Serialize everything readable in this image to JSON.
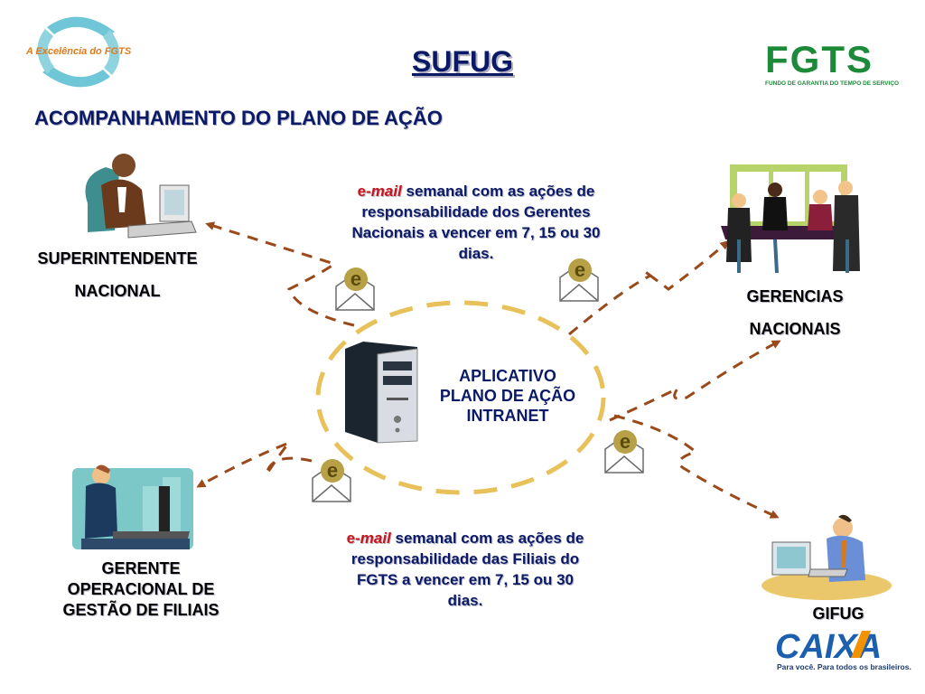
{
  "logos": {
    "excelencia": "A Excelência do FGTS",
    "fgts": "FGTS",
    "fgts_sub": "FUNDO DE GARANTIA DO TEMPO DE SERVIÇO",
    "caixa": "CAIXA",
    "caixa_slogan": "Para você. Para todos os brasileiros."
  },
  "title": "SUFUG",
  "subtitle": "ACOMPANHAMENTO DO PLANO DE AÇÃO",
  "center": {
    "line1": "APLICATIVO",
    "line2": "PLANO DE AÇÃO",
    "line3": "INTRANET"
  },
  "nodes": {
    "superintendente": {
      "line1": "SUPERINTENDENTE",
      "line2": "NACIONAL"
    },
    "gerencias": {
      "line1": "GERENCIAS",
      "line2": "NACIONAIS"
    },
    "gerente": {
      "line1": "GERENTE",
      "line2": "OPERACIONAL DE",
      "line3": "GESTÃO DE FILIAIS"
    },
    "gifug": {
      "line1": "GIFUG"
    }
  },
  "notes": {
    "top": {
      "prefix": "e-",
      "italic": "mail",
      "line1_rest": " semanal com as ações de",
      "line2": "responsabilidade dos Gerentes",
      "line3": "Nacionais a vencer em 7, 15 ou 30",
      "line4": "dias."
    },
    "bottom": {
      "prefix": "e-",
      "italic": "mail",
      "line1_rest": " semanal com as ações de",
      "line2": "responsabilidade das Filiais do",
      "line3": "FGTS a vencer em 7, 15 ou 30",
      "line4": "dias."
    }
  },
  "icons": {
    "email": "email-envelope-icon",
    "server": "server-computer-icon"
  },
  "colors": {
    "navy": "#0b1a66",
    "red": "#c4161c",
    "arrow": "#9a4a1a",
    "ellipse": "#e8c15a",
    "fgts_green": "#1d8a3a",
    "caixa_blue": "#1b5fae",
    "caixa_orange": "#f39200"
  }
}
